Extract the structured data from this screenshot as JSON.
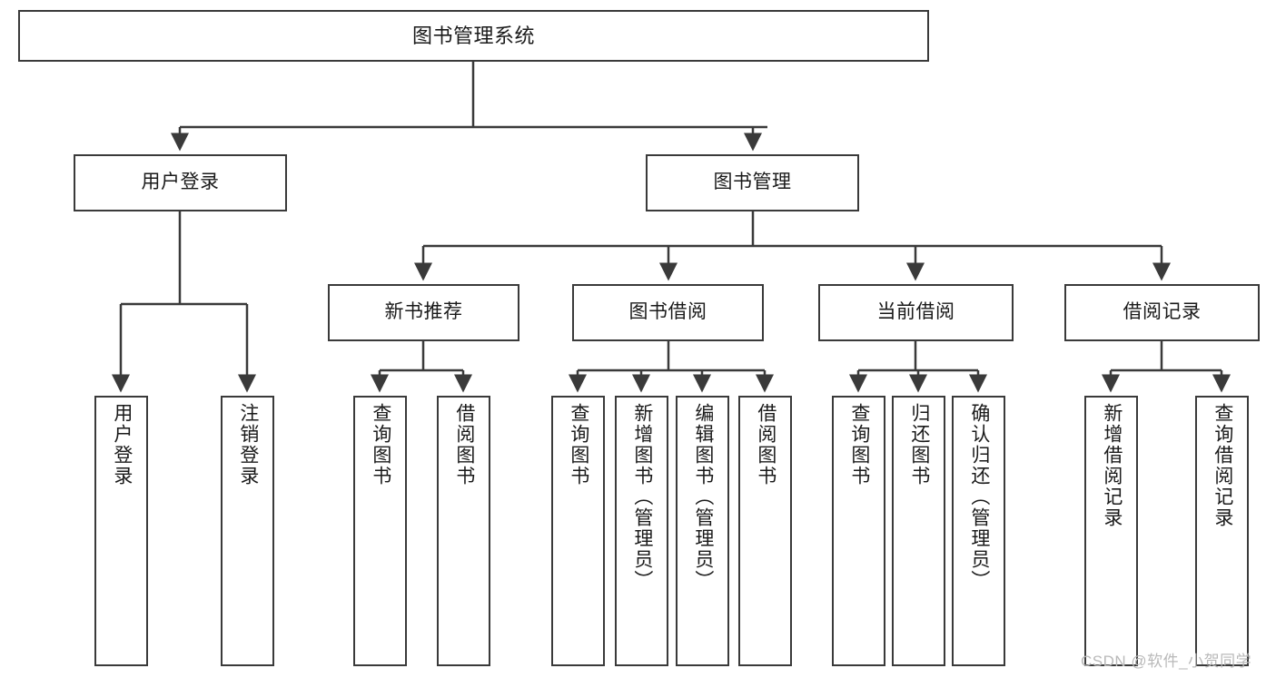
{
  "diagram": {
    "title": "图书管理系统",
    "watermark": "CSDN @软件_小贺同学",
    "line_color": "#3a3a3a",
    "box_fill": "#ffffff",
    "text_color": "#1a1a1a",
    "watermark_color": "#b9b9b9",
    "root": {
      "label": "图书管理系统"
    },
    "level2": [
      {
        "label": "用户登录"
      },
      {
        "label": "图书管理"
      }
    ],
    "level3": [
      {
        "label": "新书推荐"
      },
      {
        "label": "图书借阅"
      },
      {
        "label": "当前借阅"
      },
      {
        "label": "借阅记录"
      }
    ],
    "leaves_user_login": [
      {
        "label": "用户登录"
      },
      {
        "label": "注销登录"
      }
    ],
    "leaves_new_book": [
      {
        "label": "查询图书"
      },
      {
        "label": "借阅图书"
      }
    ],
    "leaves_borrow": [
      {
        "label": "查询图书"
      },
      {
        "label": "新增图书（管理员）"
      },
      {
        "label": "编辑图书（管理员）"
      },
      {
        "label": "借阅图书"
      }
    ],
    "leaves_current": [
      {
        "label": "查询图书"
      },
      {
        "label": "归还图书"
      },
      {
        "label": "确认归还（管理员）"
      }
    ],
    "leaves_record": [
      {
        "label": "新增借阅记录"
      },
      {
        "label": "查询借阅记录"
      }
    ]
  }
}
